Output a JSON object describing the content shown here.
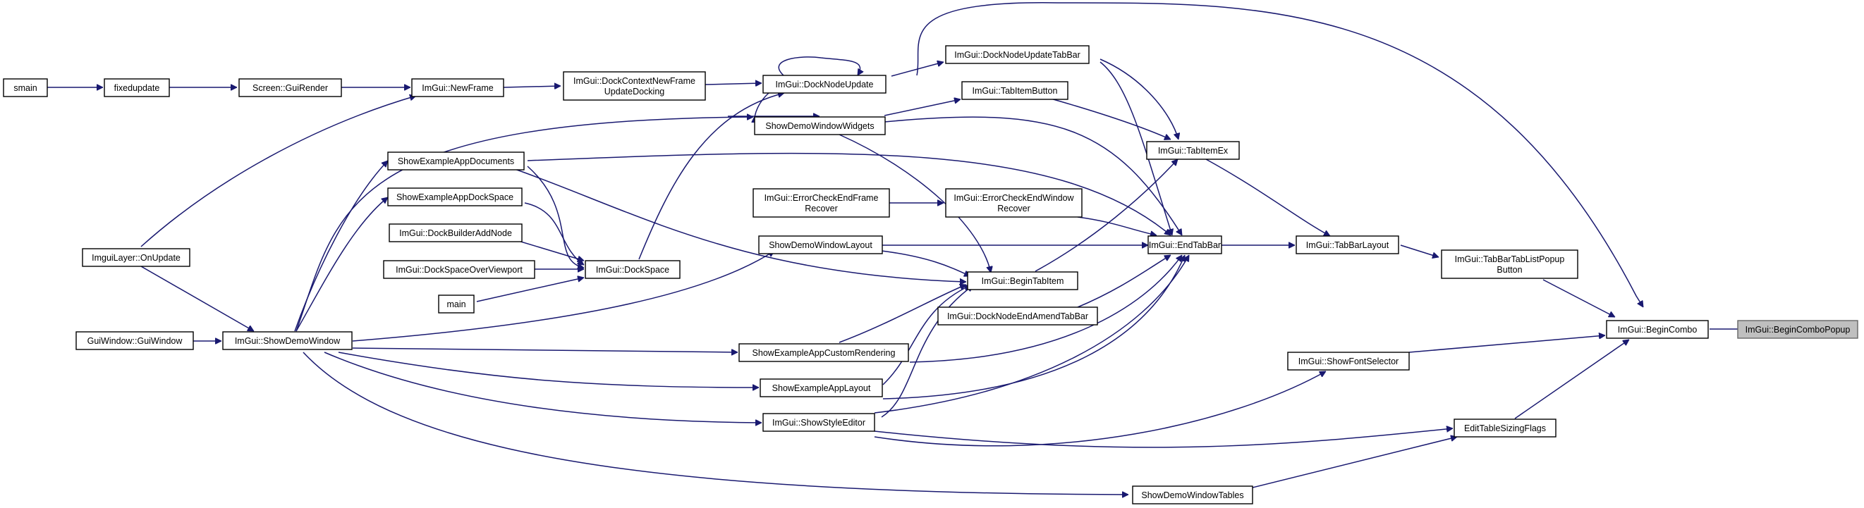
{
  "graph": {
    "nodes": [
      {
        "id": "smain",
        "lines": [
          "smain"
        ]
      },
      {
        "id": "fixedupdate",
        "lines": [
          "fixedupdate"
        ]
      },
      {
        "id": "gui_render",
        "lines": [
          "Screen::GuiRender"
        ]
      },
      {
        "id": "new_frame",
        "lines": [
          "ImGui::NewFrame"
        ]
      },
      {
        "id": "dock_ctx",
        "lines": [
          "ImGui::DockContextNewFrame",
          "UpdateDocking"
        ]
      },
      {
        "id": "dock_node_update",
        "lines": [
          "ImGui::DockNodeUpdate"
        ]
      },
      {
        "id": "dock_node_tabbar",
        "lines": [
          "ImGui::DockNodeUpdateTabBar"
        ]
      },
      {
        "id": "tab_item_button",
        "lines": [
          "ImGui::TabItemButton"
        ]
      },
      {
        "id": "show_demo_widgets",
        "lines": [
          "ShowDemoWindowWidgets"
        ]
      },
      {
        "id": "tab_item_ex",
        "lines": [
          "ImGui::TabItemEx"
        ]
      },
      {
        "id": "app_documents",
        "lines": [
          "ShowExampleAppDocuments"
        ]
      },
      {
        "id": "app_dockspace",
        "lines": [
          "ShowExampleAppDockSpace"
        ]
      },
      {
        "id": "err_frame",
        "lines": [
          "ImGui::ErrorCheckEndFrame",
          "Recover"
        ]
      },
      {
        "id": "err_window",
        "lines": [
          "ImGui::ErrorCheckEndWindow",
          "Recover"
        ]
      },
      {
        "id": "dock_builder",
        "lines": [
          "ImGui::DockBuilderAddNode"
        ]
      },
      {
        "id": "demo_layout",
        "lines": [
          "ShowDemoWindowLayout"
        ]
      },
      {
        "id": "end_tab_bar",
        "lines": [
          "ImGui::EndTabBar"
        ]
      },
      {
        "id": "tab_bar_layout",
        "lines": [
          "ImGui::TabBarLayout"
        ]
      },
      {
        "id": "imgui_layer",
        "lines": [
          "ImguiLayer::OnUpdate"
        ]
      },
      {
        "id": "dockspace_viewport",
        "lines": [
          "ImGui::DockSpaceOverViewport"
        ]
      },
      {
        "id": "dockspace",
        "lines": [
          "ImGui::DockSpace"
        ]
      },
      {
        "id": "begin_tab_item",
        "lines": [
          "ImGui::BeginTabItem"
        ]
      },
      {
        "id": "tablist_popup",
        "lines": [
          "ImGui::TabBarTabListPopup",
          "Button"
        ]
      },
      {
        "id": "main",
        "lines": [
          "main"
        ]
      },
      {
        "id": "dock_amend",
        "lines": [
          "ImGui::DockNodeEndAmendTabBar"
        ]
      },
      {
        "id": "gui_window",
        "lines": [
          "GuiWindow::GuiWindow"
        ]
      },
      {
        "id": "show_demo_window",
        "lines": [
          "ImGui::ShowDemoWindow"
        ]
      },
      {
        "id": "begin_combo",
        "lines": [
          "ImGui::BeginCombo"
        ]
      },
      {
        "id": "begin_combo_popup",
        "lines": [
          "ImGui::BeginComboPopup"
        ]
      },
      {
        "id": "custom_render",
        "lines": [
          "ShowExampleAppCustomRendering"
        ]
      },
      {
        "id": "font_selector",
        "lines": [
          "ImGui::ShowFontSelector"
        ]
      },
      {
        "id": "app_layout",
        "lines": [
          "ShowExampleAppLayout"
        ]
      },
      {
        "id": "style_editor",
        "lines": [
          "ImGui::ShowStyleEditor"
        ]
      },
      {
        "id": "sizing_flags",
        "lines": [
          "EditTableSizingFlags"
        ]
      },
      {
        "id": "demo_tables",
        "lines": [
          "ShowDemoWindowTables"
        ]
      }
    ]
  }
}
